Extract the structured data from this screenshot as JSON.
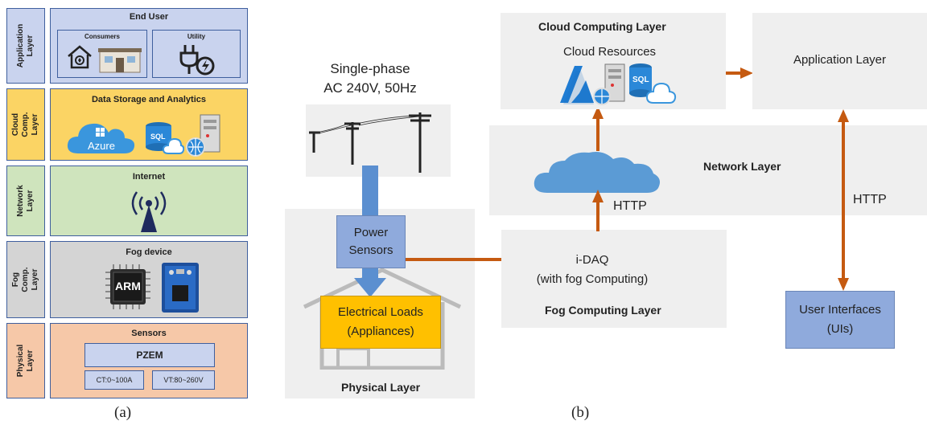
{
  "panel_a": {
    "layers": [
      {
        "side": "Application Layer",
        "title": "End User",
        "sub": [
          "Consumers",
          "Utility"
        ]
      },
      {
        "side": "Cloud Comp. Layer",
        "title": "Data Storage and Analytics",
        "azure": "Azure",
        "sql": "SQL"
      },
      {
        "side": "Network Layer",
        "title": "Internet"
      },
      {
        "side": "Fog Comp. Layer",
        "title": "Fog device",
        "arm": "ARM"
      },
      {
        "side": "Physical Layer",
        "title": "Sensors",
        "pzem": "PZEM",
        "ct": "CT:0~100A",
        "vt": "VT:80~260V"
      }
    ],
    "caption": "(a)"
  },
  "panel_b": {
    "supply": [
      "Single-phase",
      "AC 240V, 50Hz"
    ],
    "power_sensors": [
      "Power",
      "Sensors"
    ],
    "loads": [
      "Electrical Loads",
      "(Appliances)"
    ],
    "physical_layer": "Physical Layer",
    "idaq": [
      "i-DAQ",
      "(with fog Computing)"
    ],
    "fog_layer": "Fog Computing Layer",
    "network_layer": "Network Layer",
    "http_left": "HTTP",
    "http_right": "HTTP",
    "cloud_layer": "Cloud Computing Layer",
    "cloud_resources": "Cloud Resources",
    "sql": "SQL",
    "app_layer": "Application Layer",
    "ui": [
      "User Interfaces",
      "(UIs)"
    ],
    "caption": "(b)",
    "colors": {
      "arrow": "#c55a11",
      "blue_box": "#8faadc",
      "yellow_box": "#ffc000",
      "cloud": "#5b9bd5"
    }
  }
}
